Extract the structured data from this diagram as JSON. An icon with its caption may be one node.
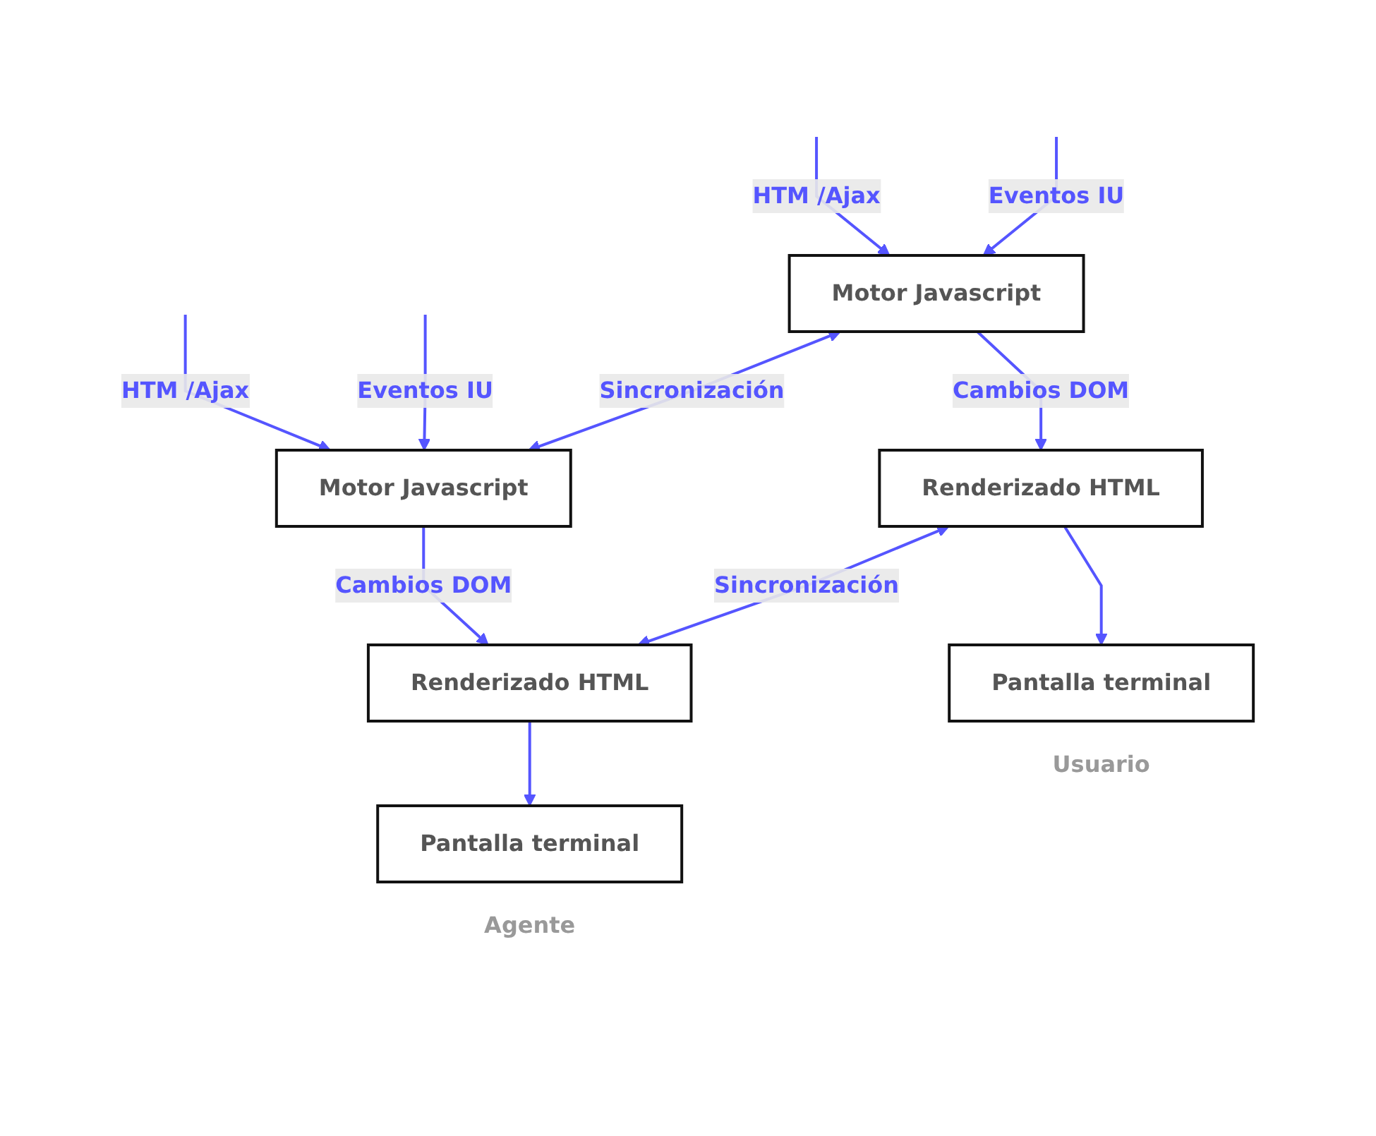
{
  "diagram": {
    "nodes": [
      {
        "text": [
          "Motor Javascript"
        ]
      },
      {
        "text": [
          "Renderizado HTML"
        ]
      },
      {
        "text": [
          "Pantalla terminal"
        ],
        "beside": [
          "Usuario"
        ]
      },
      {
        "text": [
          "Motor Javascript"
        ]
      },
      {
        "text": [
          "Renderizado HTML"
        ]
      },
      {
        "text": [
          "Pantalla terminal"
        ],
        "beside": [
          "Agente"
        ]
      }
    ],
    "edges": [
      {
        "from": null,
        "to": 0,
        "arrow": "to",
        "label": "HTM /Ajax"
      },
      {
        "from": null,
        "to": 0,
        "arrow": "to",
        "label": "Eventos IU"
      },
      {
        "from": 0,
        "to": 1,
        "arrow": "to",
        "label": "Cambios DOM"
      },
      {
        "from": 1,
        "to": 2,
        "arrow": "to"
      },
      {
        "from": null,
        "to": 3,
        "arrow": "to",
        "label": "HTM /Ajax"
      },
      {
        "from": null,
        "to": 3,
        "arrow": "to",
        "label": "Eventos IU"
      },
      {
        "from": 3,
        "to": 4,
        "arrow": "to",
        "label": "Cambios DOM"
      },
      {
        "from": 4,
        "to": 5,
        "arrow": "to"
      },
      {
        "from": 0,
        "to": 3,
        "arrow": "both",
        "label": "Sincronización"
      },
      {
        "from": 1,
        "to": 4,
        "arrow": "both",
        "label": "Sincronización"
      }
    ]
  }
}
